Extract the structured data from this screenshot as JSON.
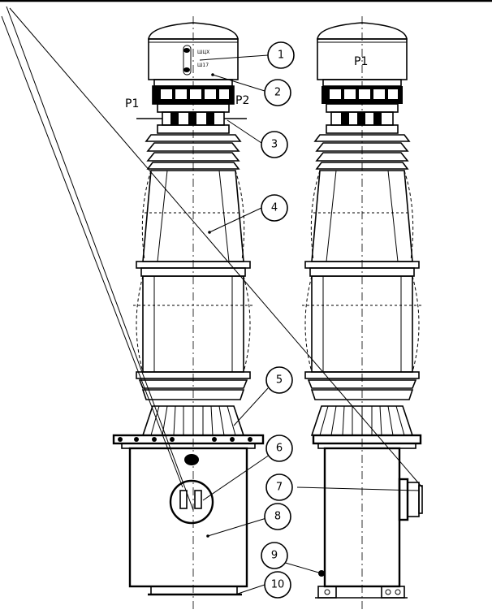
{
  "labels": {
    "p1_left": "P1",
    "p2_left": "P2",
    "p1_right": "P1",
    "nameplate_line1": "ШЦХ",
    "nameplate_line2": "Ш17"
  },
  "callouts": [
    "1",
    "2",
    "3",
    "4",
    "5",
    "6",
    "7",
    "8",
    "9",
    "10"
  ]
}
